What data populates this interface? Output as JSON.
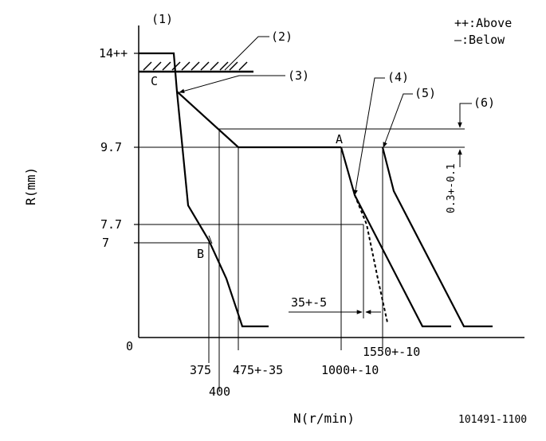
{
  "legend": {
    "above": "++:Above",
    "below": "—:Below"
  },
  "axes": {
    "y_title": "R(mm)",
    "x_title": "N(r/min)",
    "y_ticks": [
      "14++",
      "9.7",
      "7.7",
      "7",
      "0"
    ],
    "x_ticks": [
      "375",
      "400",
      "475+-35",
      "1000+-10",
      "1550+-10"
    ]
  },
  "callouts": [
    "(1)",
    "(2)",
    "(3)",
    "(4)",
    "(5)",
    "(6)"
  ],
  "points": [
    "A",
    "B",
    "C"
  ],
  "dimensions": {
    "offset_label": "0.3+-0.1",
    "gap_label": "35+-5"
  },
  "drawing_number": "101491-1100",
  "colors": {
    "line": "#000000",
    "background": "#ffffff"
  }
}
